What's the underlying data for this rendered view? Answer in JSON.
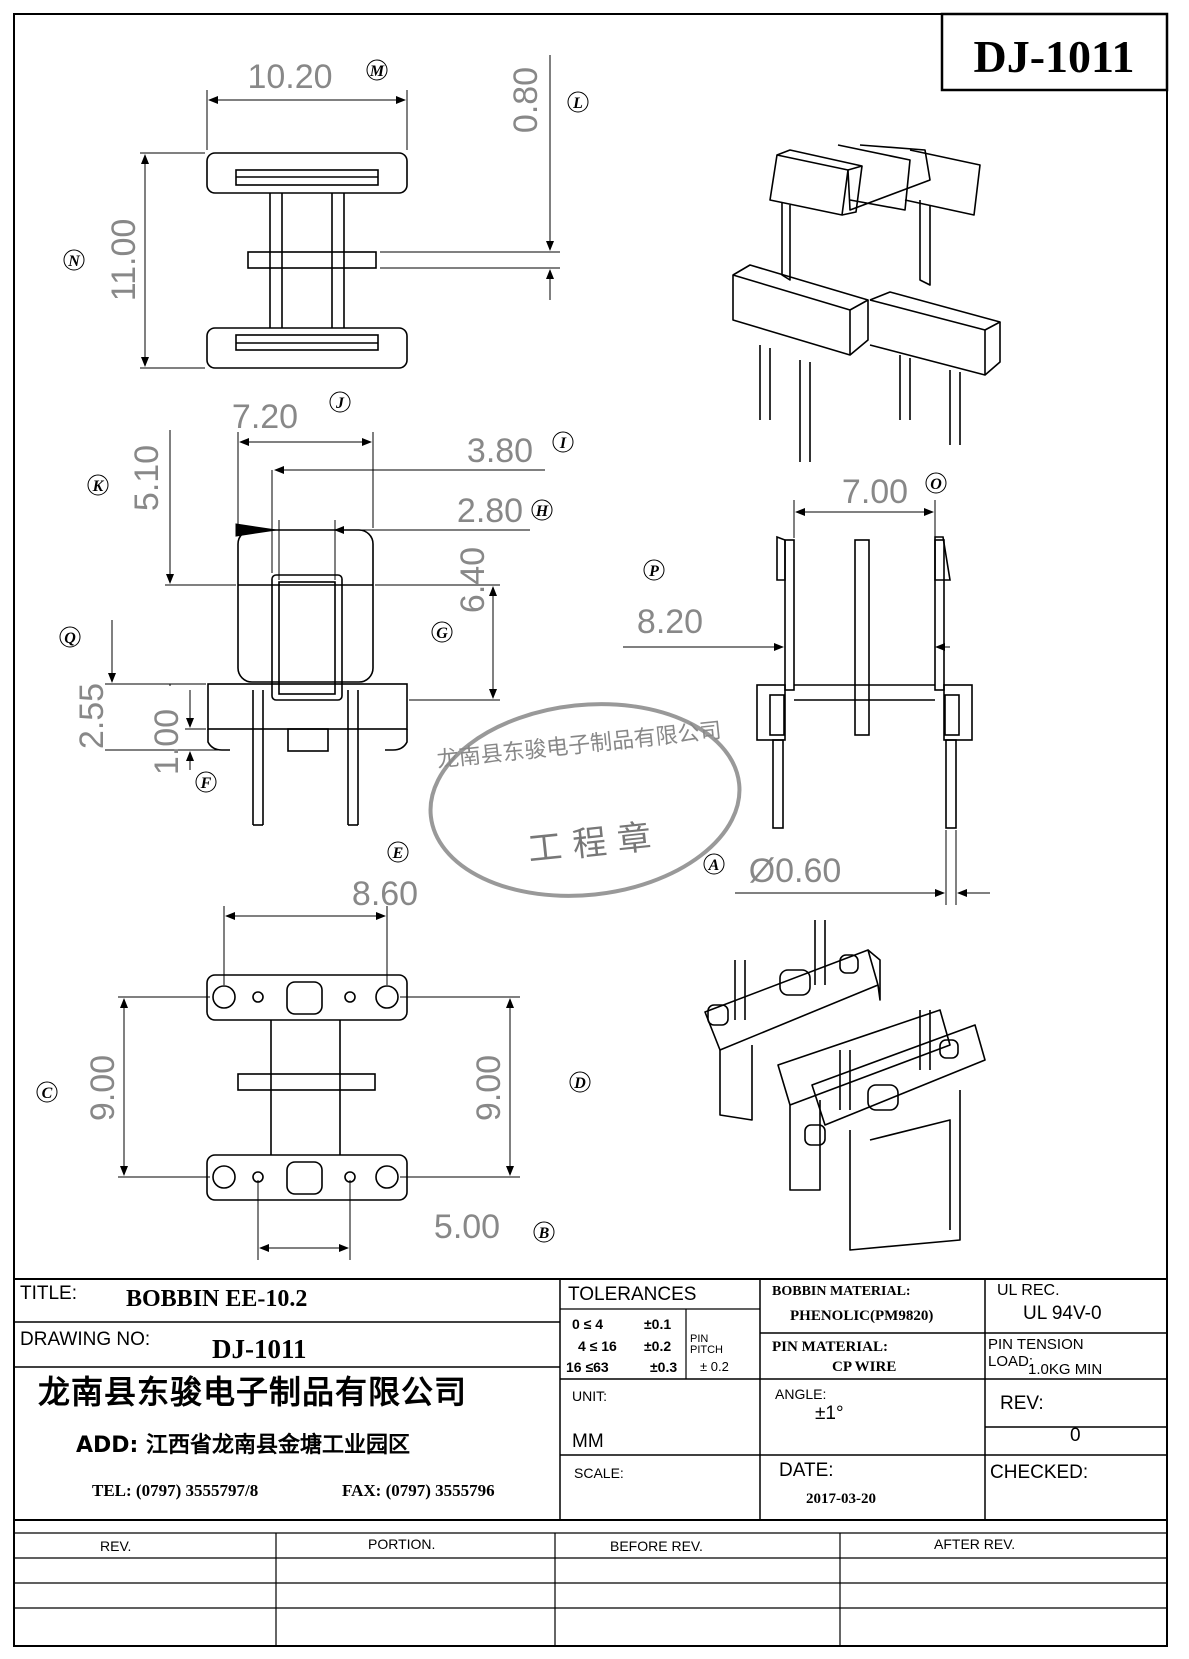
{
  "header": {
    "drawing_code": "DJ-1011"
  },
  "dims": {
    "m_width": "10.20",
    "l_thick": "0.80",
    "n_height": "11.00",
    "j_width": "7.20",
    "i_width": "3.80",
    "h_width": "2.80",
    "k_height": "5.10",
    "g_height": "6.40",
    "q_height": "2.55",
    "f_height": "1.00",
    "o_width": "7.00",
    "p_width": "8.20",
    "a_diam": "Ø0.60",
    "e_width": "8.60",
    "c_height": "9.00",
    "d_height": "9.00",
    "b_width": "5.00"
  },
  "callouts": [
    "M",
    "L",
    "N",
    "J",
    "I",
    "K",
    "H",
    "G",
    "Q",
    "F",
    "O",
    "P",
    "E",
    "A",
    "C",
    "D",
    "B"
  ],
  "stamp": {
    "text": "龙南县东骏电子制品有限公司",
    "center_text": "工 程 章"
  },
  "title_block": {
    "title_label": "TITLE:",
    "title_value": "BOBBIN EE-10.2",
    "drawing_no_label": "DRAWING NO:",
    "drawing_no_value": "DJ-1011",
    "company": "龙南县东骏电子制品有限公司",
    "address": "ADD: 江西省龙南县金塘工业园区",
    "tel": "TEL: (0797) 3555797/8",
    "fax": "FAX: (0797) 3555796",
    "tolerances_label": "TOLERANCES",
    "tol_rows": [
      {
        "range": "0 ≤ 4",
        "tol": "±0.1"
      },
      {
        "range": "4 ≤ 16",
        "tol": "±0.2"
      },
      {
        "range": "16 ≤63",
        "tol": "±0.3"
      }
    ],
    "pin_pitch_label": "PIN PITCH",
    "pin_pitch_value": "± 0.2",
    "unit_label": "UNIT:",
    "unit_value": "MM",
    "scale_label": "SCALE:",
    "bobbin_material_label": "BOBBIN MATERIAL:",
    "bobbin_material_value": "PHENOLIC(PM9820)",
    "pin_material_label": "PIN MATERIAL:",
    "pin_material_value": "CP WIRE",
    "angle_label": "ANGLE:",
    "angle_value": "±1°",
    "date_label": "DATE:",
    "date_value": "2017-03-20",
    "ul_label": "UL REC.",
    "ul_value": "UL 94V-0",
    "pin_tension_label": "PIN TENSION",
    "load_label": "LOAD:",
    "load_value": "1.0KG MIN",
    "rev_label": "REV:",
    "rev_value": "0",
    "checked_label": "CHECKED:"
  },
  "rev_table": {
    "headers": [
      "REV.",
      "PORTION.",
      "BEFORE REV.",
      "AFTER REV."
    ]
  }
}
